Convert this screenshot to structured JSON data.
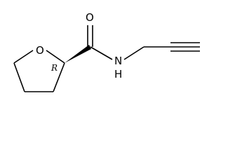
{
  "molecule": {
    "atoms": {
      "ring_oxygen": "O",
      "carbonyl_oxygen": "O",
      "amide_nitrogen": "N",
      "amide_hydrogen": "H"
    },
    "stereo_descriptor": "R"
  }
}
